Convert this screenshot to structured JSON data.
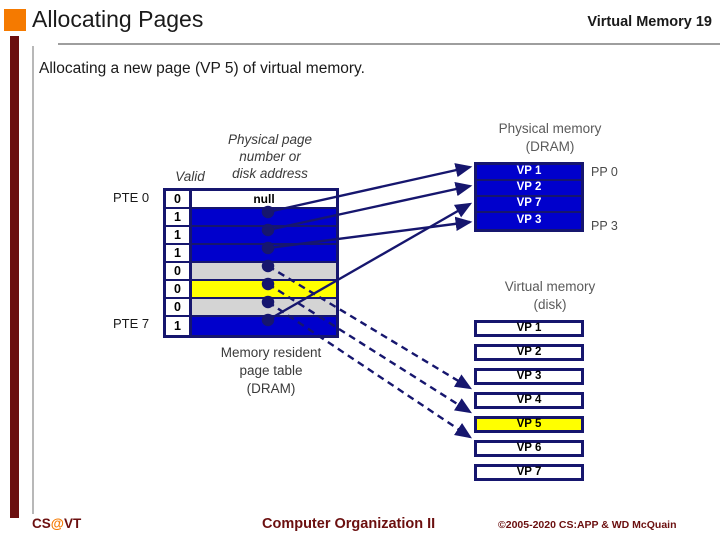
{
  "header": {
    "title": "Allocating Pages",
    "right_label": "Virtual Memory  19",
    "bullet_color": "#F57A00"
  },
  "subtitle": "Allocating a new page (VP 5) of virtual memory.",
  "page_table": {
    "column_headers": {
      "valid": "Valid",
      "ppn_line1": "Physical page",
      "ppn_line2": "number or",
      "ppn_line3": "disk address"
    },
    "first_row_label": "PTE 0",
    "last_row_label": "PTE 7",
    "caption_line1": "Memory resident",
    "caption_line2": "page table",
    "caption_line3": "(DRAM)",
    "rows": [
      {
        "valid": "0",
        "value": "null",
        "fill": "white"
      },
      {
        "valid": "1",
        "value": "",
        "fill": "blue"
      },
      {
        "valid": "1",
        "value": "",
        "fill": "blue"
      },
      {
        "valid": "1",
        "value": "",
        "fill": "blue"
      },
      {
        "valid": "0",
        "value": "",
        "fill": "gray"
      },
      {
        "valid": "0",
        "value": "",
        "fill": "yellow"
      },
      {
        "valid": "0",
        "value": "",
        "fill": "gray"
      },
      {
        "valid": "1",
        "value": "",
        "fill": "blue"
      }
    ]
  },
  "physical_memory": {
    "caption_line1": "Physical memory",
    "caption_line2": "(DRAM)",
    "rows": [
      "VP 1",
      "VP 2",
      "VP 7",
      "VP 3"
    ],
    "first_frame_label": "PP 0",
    "last_frame_label": "PP 3"
  },
  "virtual_memory": {
    "caption_line1": "Virtual memory",
    "caption_line2": "(disk)",
    "rows": [
      {
        "label": "VP 1",
        "highlight": false
      },
      {
        "label": "VP 2",
        "highlight": false
      },
      {
        "label": "VP 3",
        "highlight": false
      },
      {
        "label": "VP 4",
        "highlight": false
      },
      {
        "label": "VP 5",
        "highlight": true
      },
      {
        "label": "VP 6",
        "highlight": false
      },
      {
        "label": "VP 7",
        "highlight": false
      }
    ]
  },
  "footer": {
    "left_pre": "CS",
    "left_at": "@",
    "left_post": "VT",
    "center": "Computer Organization II",
    "right": "©2005-2020 CS:APP & WD McQuain"
  },
  "colors": {
    "accent_orange": "#F57A00",
    "dark_red": "#6B0F0F",
    "navy": "#16166E",
    "blue_fill": "#0000CC",
    "gray_fill": "#D4D4D4",
    "yellow_fill": "#FFFF00"
  }
}
